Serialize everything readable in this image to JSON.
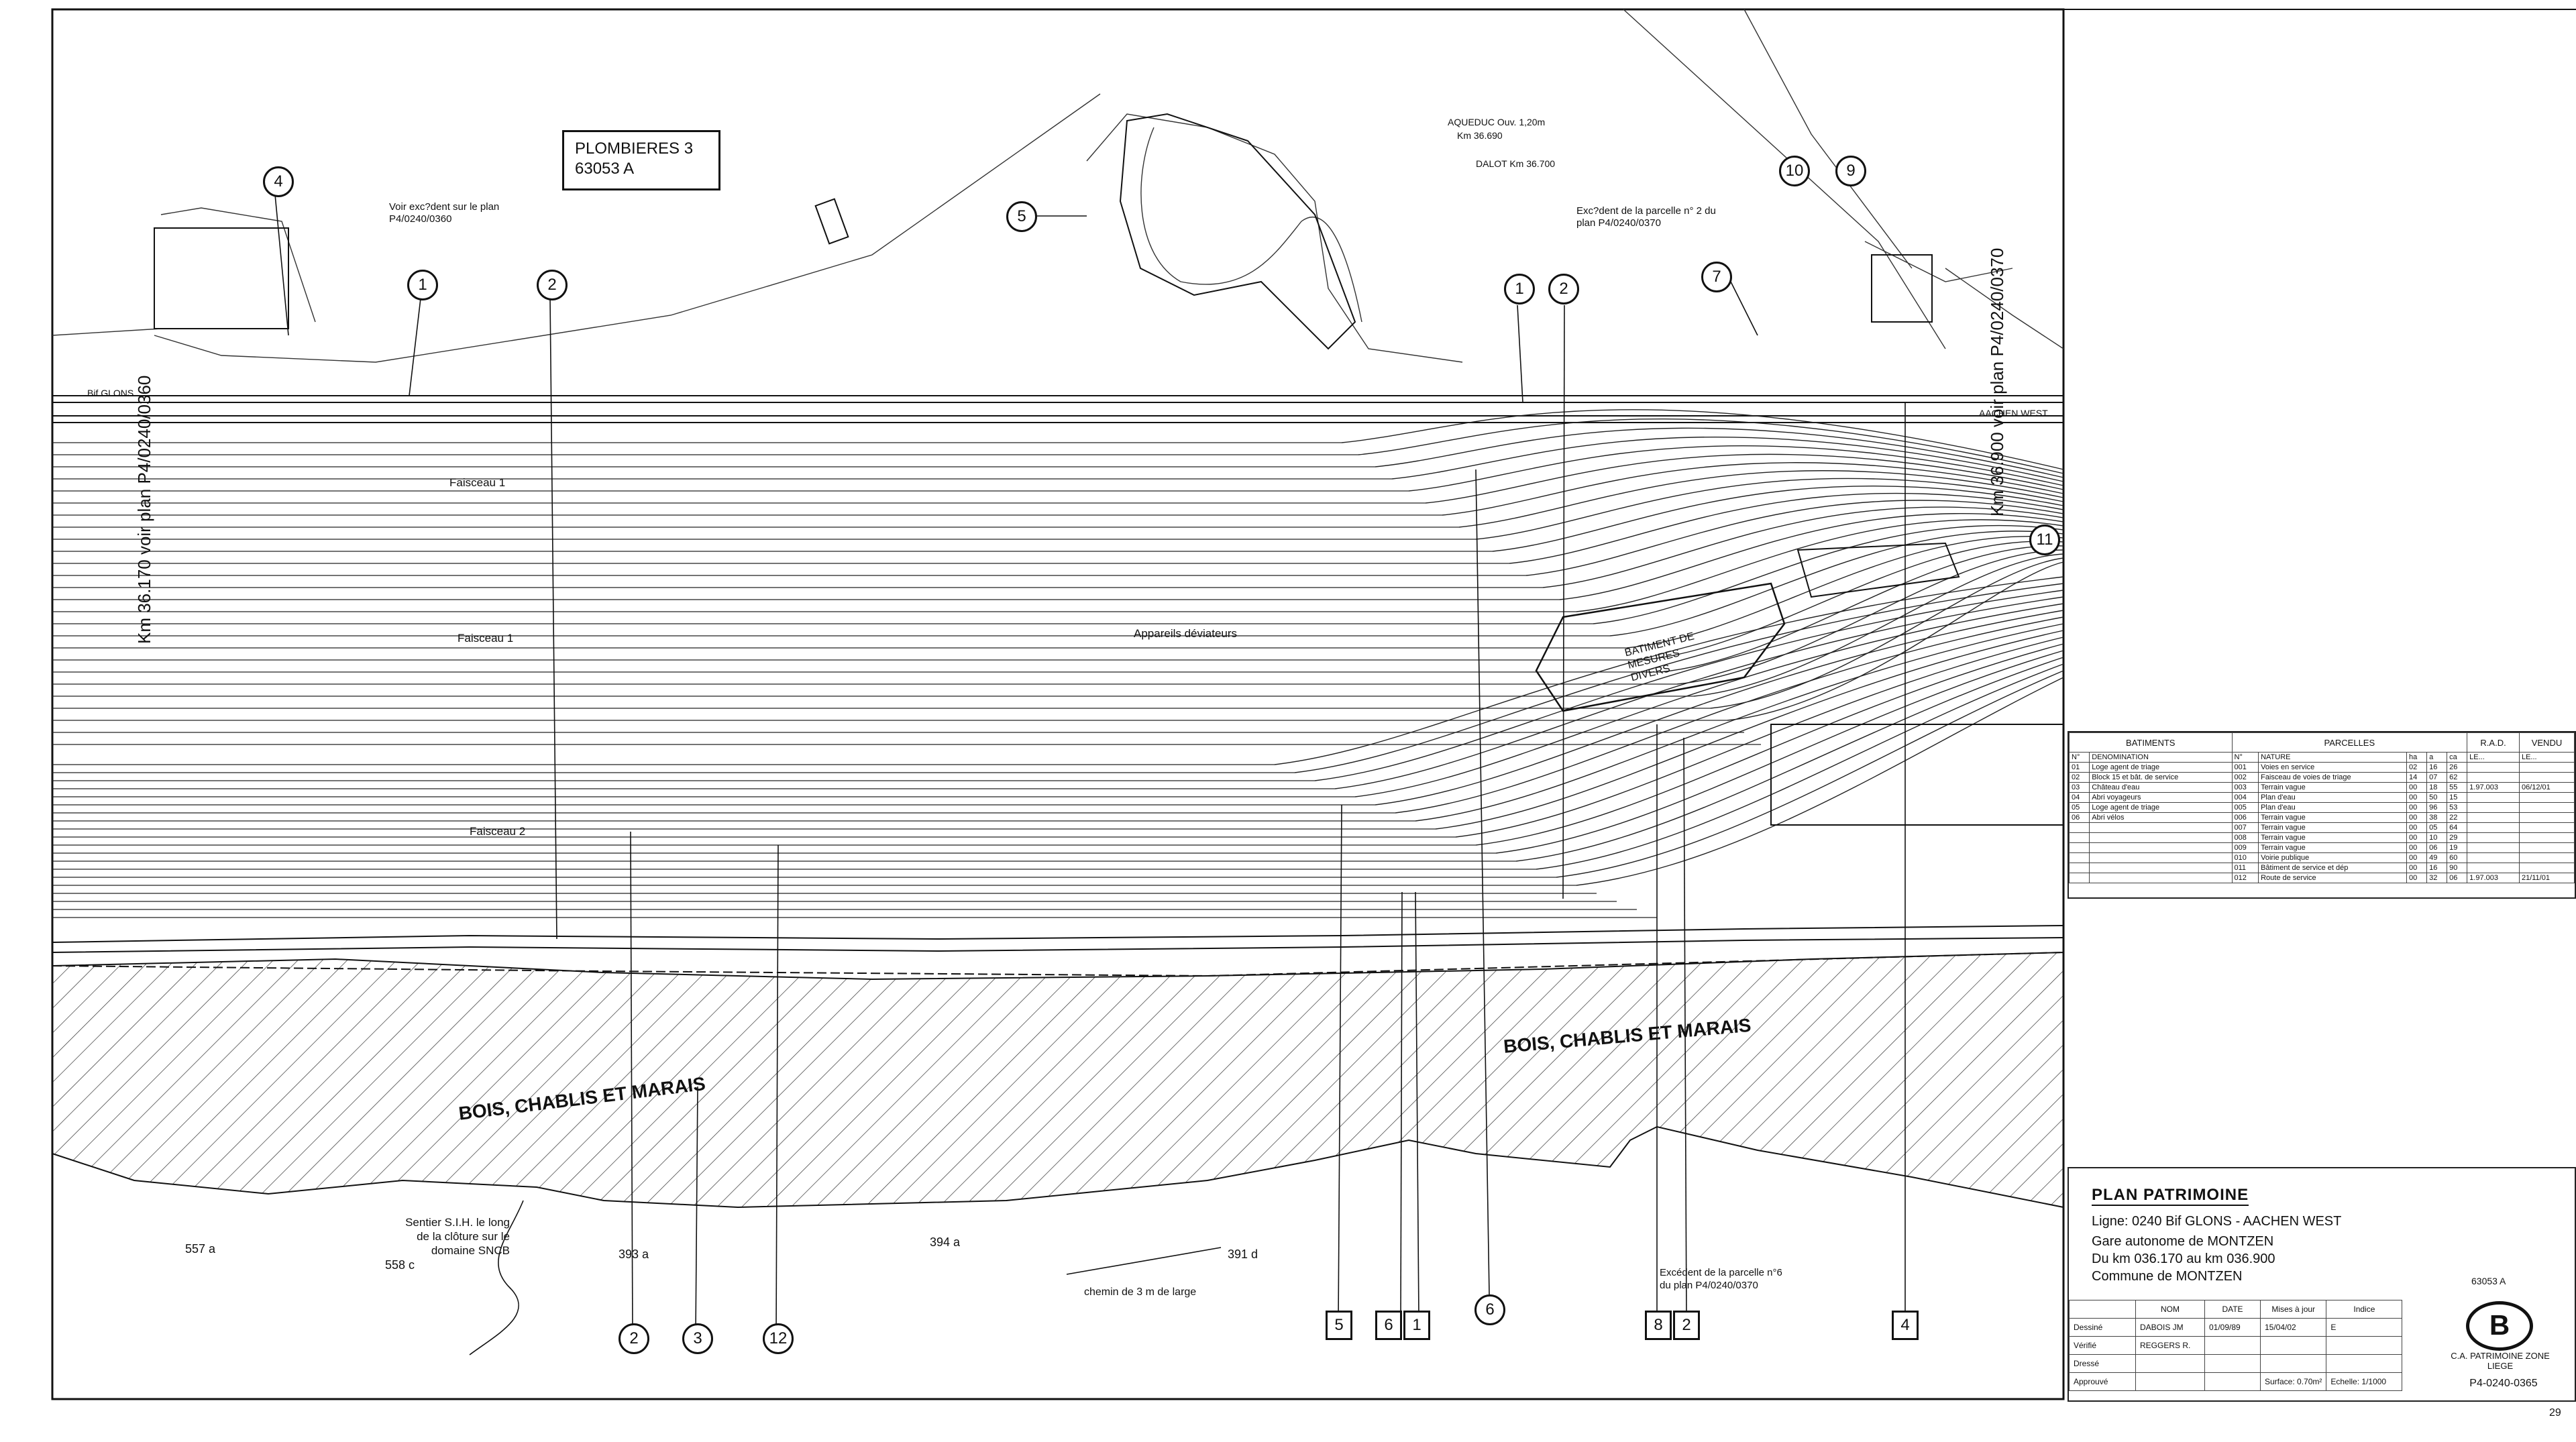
{
  "plan_box": {
    "line1": "PLOMBIERES 3",
    "line2": "63053 A"
  },
  "zone_labels": {
    "marais_left": "BOIS, CHABLIS ET MARAIS",
    "marais_right": "BOIS, CHABLIS ET MARAIS",
    "faisceau_1a": "Faisceau 1",
    "faisceau_1b": "Faisceau 1",
    "faisceau_2": "Faisceau 2",
    "appareils": "Appareils déviateurs",
    "batiment": "BATIMENT DE MESURES DIVERS",
    "bif_glons": "Bif GLONS",
    "aachen_west": "AACHEN WEST"
  },
  "annotations": {
    "voir_left": "Voir exc?dent sur le plan P4/0240/0360",
    "voir_right": "Exc?dent de la parcelle n° 2 du plan P4/0240/0370",
    "aqueduc": "AQUEDUC Ouv. 1,20m",
    "aqueduc_km": "Km 36.690",
    "dalot": "DALOT Km 36.700",
    "km_left": "Km 36.170 voir plan P4/0240/0360",
    "km_right": "Km 36.900 voir plan P4/0240/0370",
    "sentier": "Sentier S.I.H. le long de la clôture sur le domaine SNCB",
    "chemin": "chemin de 3 m de large",
    "excedent_6": "Excédent de la parcelle n°6 du plan P4/0240/0370",
    "parcel_557a": "557 a",
    "parcel_558c": "558 c",
    "parcel_393a": "393 a",
    "parcel_394a": "394 a",
    "parcel_391d": "391 d"
  },
  "circle_markers": [
    "1",
    "2",
    "4",
    "5",
    "10",
    "9",
    "7",
    "1",
    "2",
    "11",
    "6",
    "2",
    "3",
    "12"
  ],
  "square_markers": [
    "5",
    "6",
    "1",
    "8",
    "2",
    "4"
  ],
  "legend": {
    "batiments_header": "BATIMENTS",
    "parcelles_header": "PARCELLES",
    "rad_header": "R.A.D.",
    "vendu_header": "VENDU",
    "col_no": "N°",
    "col_denomination": "DENOMINATION",
    "col_no2": "N°",
    "col_nature": "NATURE",
    "col_ha": "ha",
    "col_a": "a",
    "col_ca": "ca",
    "col_le1": "LE...",
    "col_le2": "LE...",
    "batiments": [
      {
        "no": "01",
        "name": "Loge agent de triage"
      },
      {
        "no": "02",
        "name": "Block 15 et bât. de service"
      },
      {
        "no": "03",
        "name": "Château d'eau"
      },
      {
        "no": "04",
        "name": "Abri voyageurs"
      },
      {
        "no": "05",
        "name": "Loge agent de triage"
      },
      {
        "no": "06",
        "name": "Abri vélos"
      }
    ],
    "parcelles": [
      {
        "no": "001",
        "nature": "Voies en service",
        "ha": "02",
        "a": "16",
        "ca": "26",
        "rad": "",
        "vendu": ""
      },
      {
        "no": "002",
        "nature": "Faisceau de voies de triage",
        "ha": "14",
        "a": "07",
        "ca": "62",
        "rad": "",
        "vendu": ""
      },
      {
        "no": "003",
        "nature": "Terrain vague",
        "ha": "00",
        "a": "18",
        "ca": "55",
        "rad": "1.97.003",
        "vendu": "06/12/01"
      },
      {
        "no": "004",
        "nature": "Plan d'eau",
        "ha": "00",
        "a": "50",
        "ca": "15",
        "rad": "",
        "vendu": ""
      },
      {
        "no": "005",
        "nature": "Plan d'eau",
        "ha": "00",
        "a": "96",
        "ca": "53",
        "rad": "",
        "vendu": ""
      },
      {
        "no": "006",
        "nature": "Terrain vague",
        "ha": "00",
        "a": "38",
        "ca": "22",
        "rad": "",
        "vendu": ""
      },
      {
        "no": "007",
        "nature": "Terrain vague",
        "ha": "00",
        "a": "05",
        "ca": "64",
        "rad": "",
        "vendu": ""
      },
      {
        "no": "008",
        "nature": "Terrain vague",
        "ha": "00",
        "a": "10",
        "ca": "29",
        "rad": "",
        "vendu": ""
      },
      {
        "no": "009",
        "nature": "Terrain vague",
        "ha": "00",
        "a": "06",
        "ca": "19",
        "rad": "",
        "vendu": ""
      },
      {
        "no": "010",
        "nature": "Voirie publique",
        "ha": "00",
        "a": "49",
        "ca": "60",
        "rad": "",
        "vendu": ""
      },
      {
        "no": "011",
        "nature": "Bâtiment de service et dép",
        "ha": "00",
        "a": "16",
        "ca": "90",
        "rad": "",
        "vendu": ""
      },
      {
        "no": "012",
        "nature": "Route de service",
        "ha": "00",
        "a": "32",
        "ca": "06",
        "rad": "1.97.003",
        "vendu": "21/11/01"
      }
    ]
  },
  "title_block": {
    "title": "PLAN PATRIMOINE",
    "ligne": "Ligne: 0240 Bif GLONS - AACHEN WEST",
    "gare": "Gare autonome de MONTZEN",
    "km": "Du km 036.170 au km 036.900",
    "commune": "Commune de MONTZEN",
    "ref": "63053 A",
    "logo": "B",
    "org": "C.A. PATRIMOINE ZONE LIEGE",
    "drawing_no": "P4-0240-0365",
    "header_nom": "NOM",
    "header_date": "DATE",
    "header_maj": "Mises à jour",
    "header_indice": "Indice",
    "dessine": "Dessiné",
    "dessine_nom": "DABOIS JM",
    "dessine_date": "01/09/89",
    "maj_date": "15/04/02",
    "maj_indice": "E",
    "verifie": "Vérifié",
    "verifie_nom": "REGGERS R.",
    "dresse": "Dressé",
    "approuve": "Approuvé",
    "surface": "Surface: 0.70m²",
    "echelle": "Echelle: 1/1000"
  },
  "page_number": "29",
  "colors": {
    "ink": "#111111",
    "paper": "#ffffff",
    "hatch": "#333333"
  }
}
